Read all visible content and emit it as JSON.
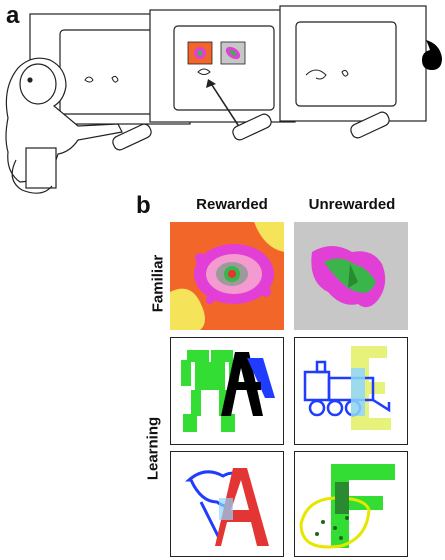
{
  "panels": {
    "a": {
      "label": "a"
    },
    "b": {
      "label": "b"
    }
  },
  "columns": {
    "rewarded": "Rewarded",
    "unrewarded": "Unrewarded"
  },
  "rows": {
    "familiar": "Familiar",
    "learning": "Learning"
  },
  "colors": {
    "line": "#222222",
    "orange": "#f2662a",
    "yellow": "#f5e35a",
    "magenta": "#e23fd6",
    "green": "#39b54a",
    "gray": "#c7c7c7",
    "blue": "#1f3cff",
    "red": "#e43535",
    "black": "#000000",
    "bright_green": "#33dd33",
    "light_yellow": "#e6f27a",
    "light_blue": "#8fd6ff"
  }
}
